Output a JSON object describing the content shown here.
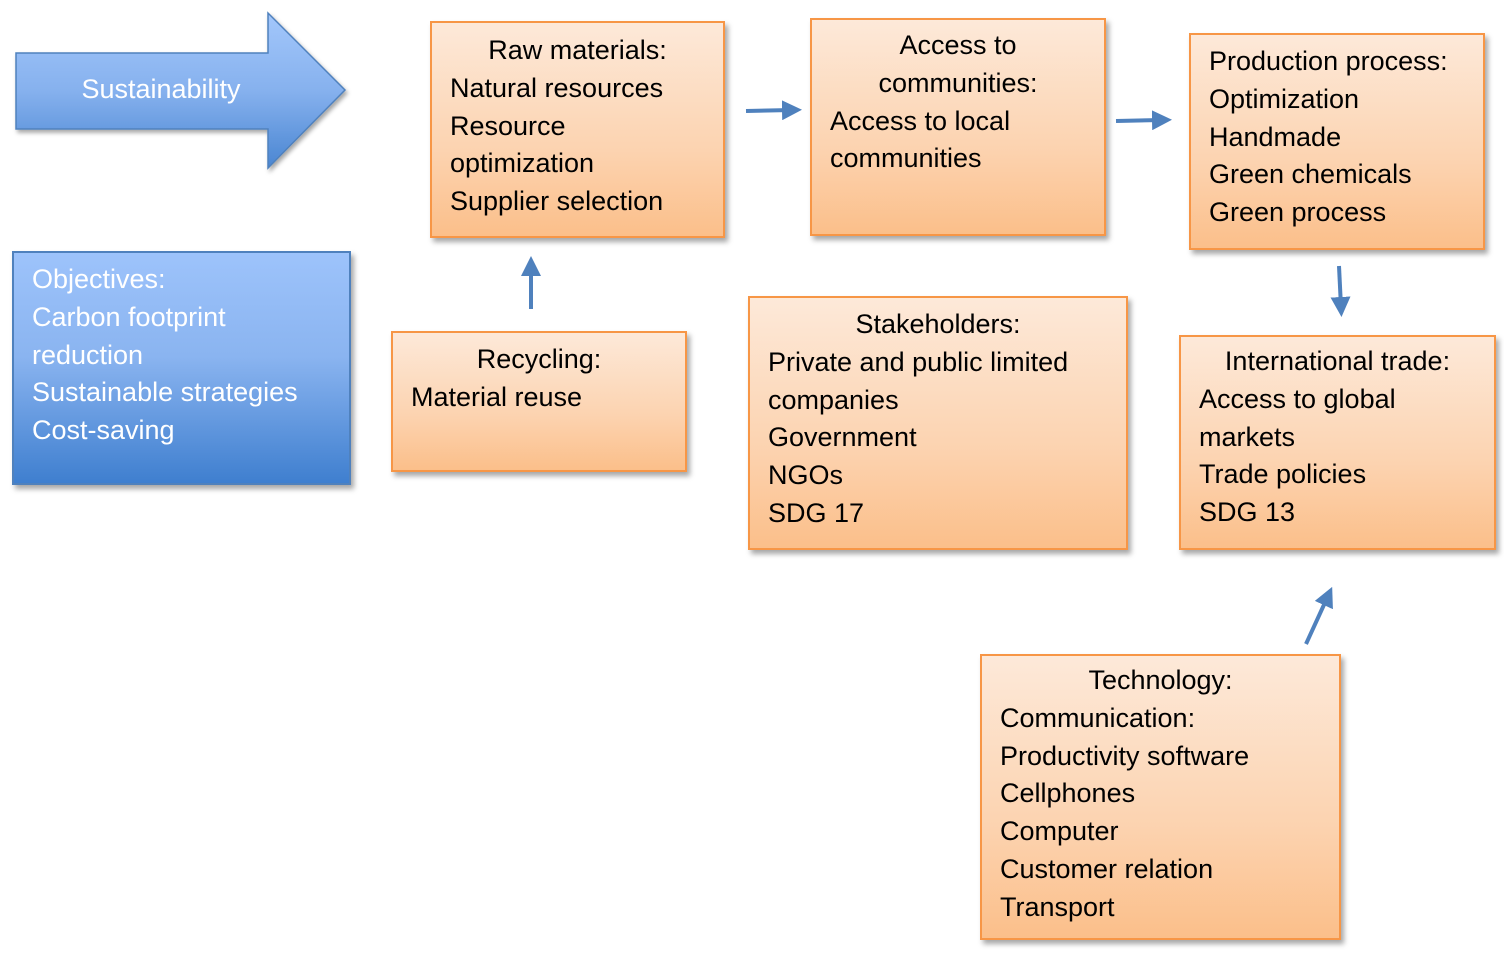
{
  "colors": {
    "box_border": "#f79646",
    "box_fill_top": "#fde9d9",
    "box_fill_bottom": "#fbbf8a",
    "blue_fill_top": "#9dc3fb",
    "blue_fill_bottom": "#3f7fcf",
    "connector": "#4f81bd",
    "text": "#000000",
    "blue_text": "#ffffff"
  },
  "banner": {
    "label": "Sustainability"
  },
  "objectives": {
    "lines": [
      "Objectives:",
      "Carbon footprint",
      "reduction",
      "Sustainable strategies",
      "Cost-saving"
    ]
  },
  "nodes": {
    "raw_materials": {
      "title": "Raw materials:",
      "lines": [
        "Natural resources",
        "Resource",
        "optimization",
        "Supplier selection"
      ]
    },
    "access_communities": {
      "title_lines": [
        "Access to",
        "communities:"
      ],
      "lines": [
        "Access to local",
        "communities"
      ]
    },
    "production_process": {
      "title": "Production process:",
      "lines": [
        "Optimization",
        "Handmade",
        "Green chemicals",
        "Green process"
      ]
    },
    "recycling": {
      "title": "Recycling:",
      "lines": [
        "Material reuse"
      ]
    },
    "stakeholders": {
      "title": "Stakeholders:",
      "lines": [
        "Private and public limited",
        "companies",
        "Government",
        "NGOs",
        "SDG 17"
      ]
    },
    "international_trade": {
      "title": "International trade:",
      "lines": [
        "Access to global",
        "markets",
        "Trade policies",
        "SDG 13"
      ]
    },
    "technology": {
      "title": "Technology:",
      "lines": [
        "Communication:",
        "Productivity software",
        "Cellphones",
        "Computer",
        "Customer relation",
        "Transport"
      ]
    }
  },
  "connections": [
    {
      "from": "raw_materials",
      "to": "access_communities"
    },
    {
      "from": "access_communities",
      "to": "production_process"
    },
    {
      "from": "recycling",
      "to": "raw_materials"
    },
    {
      "from": "production_process",
      "to": "international_trade"
    },
    {
      "from": "technology",
      "to": "international_trade"
    }
  ]
}
